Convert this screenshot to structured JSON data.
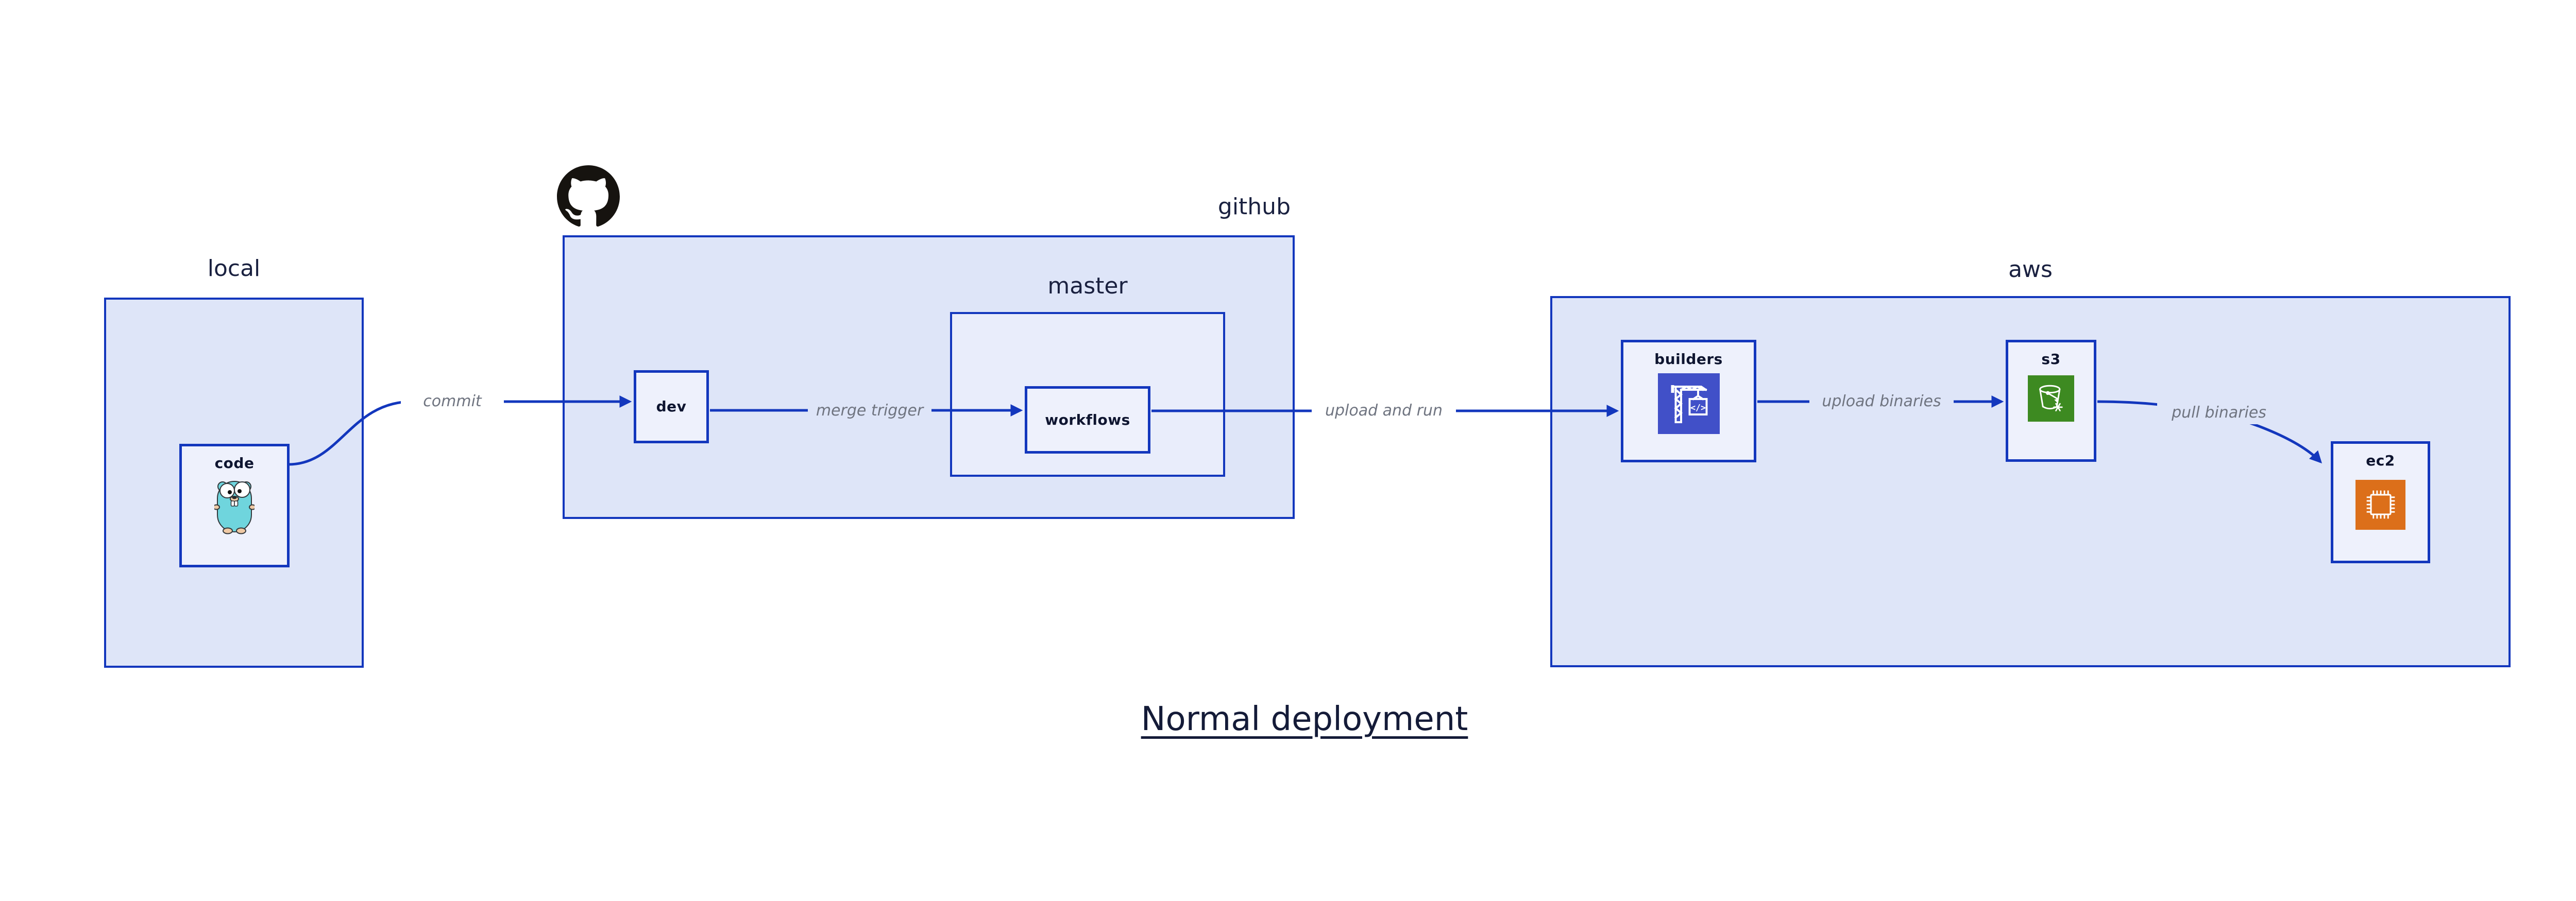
{
  "title": "Normal deployment",
  "containers": {
    "local": {
      "label": "local"
    },
    "github": {
      "label": "github"
    },
    "master": {
      "label": "master"
    },
    "aws": {
      "label": "aws"
    }
  },
  "nodes": {
    "code": {
      "label": "code"
    },
    "dev": {
      "label": "dev"
    },
    "workflows": {
      "label": "workflows"
    },
    "builders": {
      "label": "builders"
    },
    "s3": {
      "label": "s3"
    },
    "ec2": {
      "label": "ec2"
    }
  },
  "edges": {
    "commit": {
      "label": "commit"
    },
    "merge_trigger": {
      "label": "merge trigger"
    },
    "upload_and_run": {
      "label": "upload and run"
    },
    "upload_binaries": {
      "label": "upload binaries"
    },
    "pull_binaries": {
      "label": "pull binaries"
    }
  },
  "icons": {
    "github": "github-octocat",
    "code": "go-gopher",
    "builders": "codebuild-crane",
    "builders_glyph": "</>",
    "s3": "s3-bucket",
    "ec2": "ec2-chip"
  },
  "colors": {
    "border_blue": "#1337bd",
    "container_fill": "#dee5f8",
    "node_fill": "#eef1fc",
    "edge_label_gray": "#6f7480",
    "text_navy": "#141b38",
    "builders_tile": "#4150c8",
    "s3_tile": "#3d8a21",
    "ec2_tile": "#dc6f1a",
    "gopher_teal": "#6fd5dd",
    "octocat_black": "#16130f"
  }
}
